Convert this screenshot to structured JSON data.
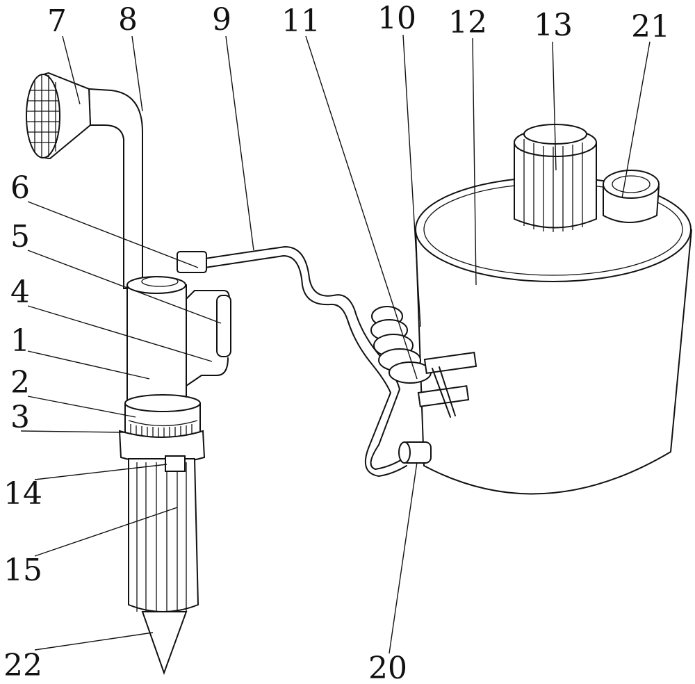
{
  "figure": {
    "labels": {
      "l7": "7",
      "l8": "8",
      "l9": "9",
      "l11": "11",
      "l10": "10",
      "l12": "12",
      "l13": "13",
      "l21": "21",
      "l6": "6",
      "l5": "5",
      "l4": "4",
      "l1": "1",
      "l2": "2",
      "l3": "3",
      "l14": "14",
      "l15": "15",
      "l22": "22",
      "l20": "20"
    }
  }
}
